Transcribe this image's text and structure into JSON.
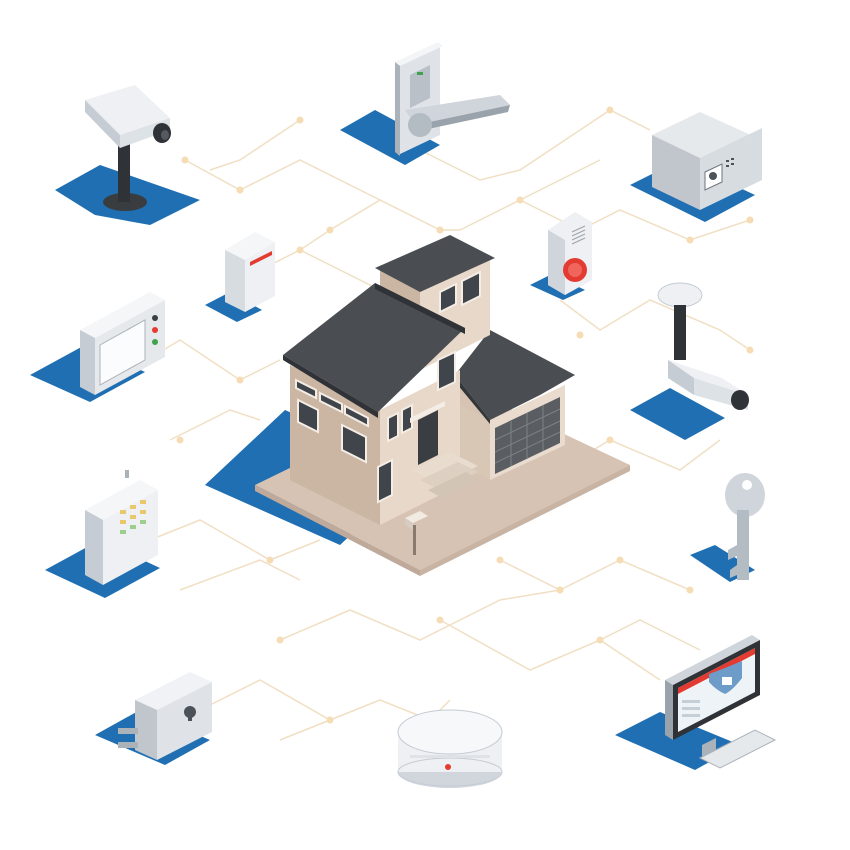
{
  "scene": {
    "kind": "isometric-smart-home-security-illustration",
    "background": "#ffffff",
    "colors": {
      "shadow_blue": "#1f6fb2",
      "network_line": "#f1dfc4",
      "network_node": "#f0d4a8",
      "roof": "#4a4d51",
      "wall_light": "#e7d8c9",
      "wall_shade": "#cbb6a4",
      "lot": "#d7c3b4",
      "device_light": "#eef0f3",
      "device_mid": "#cfd5db",
      "device_dark": "#8e979f",
      "alert_red": "#e33b32"
    },
    "center": {
      "name": "house",
      "icon": "house-icon"
    },
    "devices": [
      {
        "name": "cctv-camera",
        "icon": "cctv-camera-icon"
      },
      {
        "name": "smart-door-lock",
        "icon": "smart-lock-icon"
      },
      {
        "name": "safe",
        "icon": "safe-icon"
      },
      {
        "name": "motion-sensor",
        "icon": "motion-sensor-icon"
      },
      {
        "name": "siren-alarm",
        "icon": "siren-icon"
      },
      {
        "name": "video-intercom",
        "icon": "intercom-icon"
      },
      {
        "name": "ceiling-camera",
        "icon": "ceiling-camera-icon"
      },
      {
        "name": "alarm-control-panel",
        "icon": "control-panel-icon"
      },
      {
        "name": "key",
        "icon": "key-icon"
      },
      {
        "name": "door-lock",
        "icon": "door-lock-icon"
      },
      {
        "name": "smoke-detector",
        "icon": "smoke-detector-icon"
      },
      {
        "name": "security-computer",
        "icon": "computer-shield-icon"
      }
    ]
  }
}
